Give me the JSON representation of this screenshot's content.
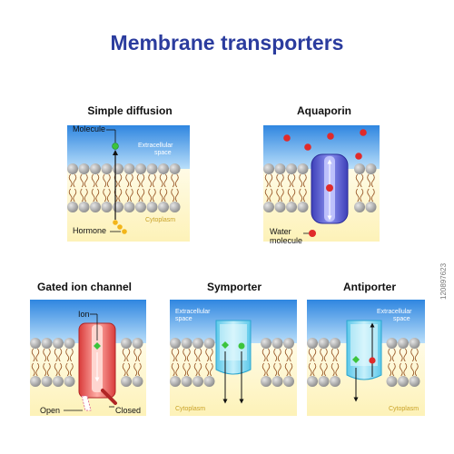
{
  "title": "Membrane transporters",
  "panels": {
    "simple_diffusion": {
      "title": "Simple diffusion",
      "molecule_label": "Molecule",
      "hormone_label": "Hormone",
      "extracellular": "Extracellular\nspace",
      "cytoplasm": "Cytoplasm"
    },
    "aquaporin": {
      "title": "Aquaporin",
      "water_label": "Water\nmolecule"
    },
    "gated_ion_channel": {
      "title": "Gated ion channel",
      "ion_label": "Ion",
      "open_label": "Open",
      "closed_label": "Closed"
    },
    "symporter": {
      "title": "Symporter",
      "extracellular": "Extracellular\nspace",
      "cytoplasm": "Cytoplasm"
    },
    "antiporter": {
      "title": "Antiporter",
      "extracellular": "Extracellular\nspace",
      "cytoplasm": "Cytoplasm"
    }
  },
  "watermark": "120897623",
  "colors": {
    "title": "#2b3c9e",
    "water_blue": "#3a8ee6",
    "cytoplasm_yellow": "#fdf6c9",
    "lipid_head": "#a8a8a8",
    "lipid_tail": "#9a5a2a",
    "aquaporin": "#5a5fd6",
    "ion_channel": "#e85a5a",
    "transporter": "#7fd8ef",
    "green_molecule": "#3cc43c",
    "red_molecule": "#e02a2a",
    "hormone": "#f2b51a"
  }
}
